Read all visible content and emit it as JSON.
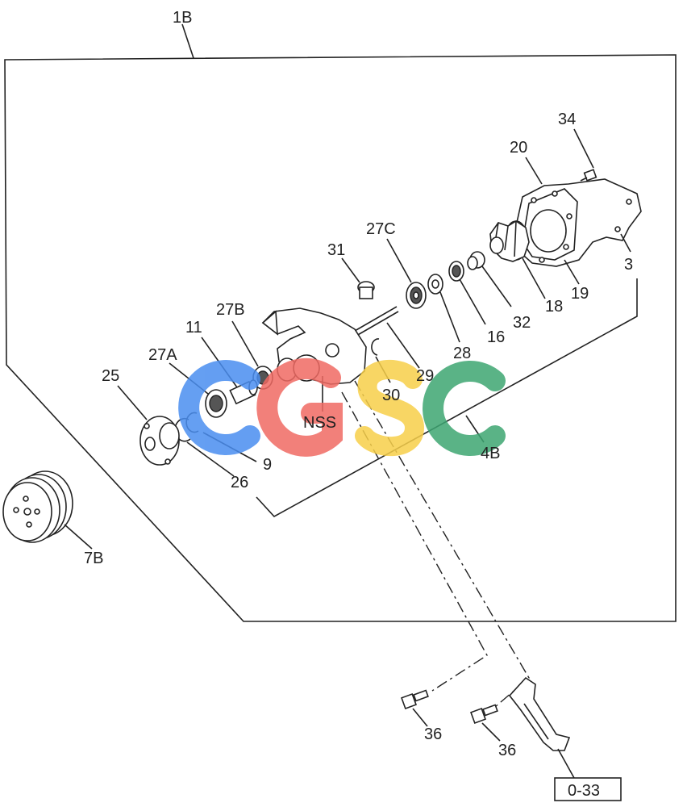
{
  "labels": {
    "assembly": "1B",
    "gasket_bolt": "34",
    "gasket": "20",
    "cover": "3",
    "impeller": "19",
    "seal_unit": "18",
    "seal_ring": "32",
    "seal": "16",
    "washer": "28",
    "bearing_c": "27C",
    "shaft": "29",
    "snap_ring_b": "30",
    "plug": "31",
    "bearing_b": "27B",
    "spacer": "11",
    "bearing_a": "27A",
    "hub": "25",
    "snap_ring": "9",
    "circlip": "26",
    "body_assembly": "4B",
    "not_serviced": "NSS",
    "pulley": "7B",
    "bolt_left": "36",
    "bolt_right": "36",
    "page_ref": "0-33"
  },
  "watermark": {
    "letters": [
      "C",
      "G",
      "S",
      "C"
    ],
    "colors": [
      "#4a8ef0",
      "#f06a63",
      "#f7cf4a",
      "#3ea672"
    ]
  }
}
